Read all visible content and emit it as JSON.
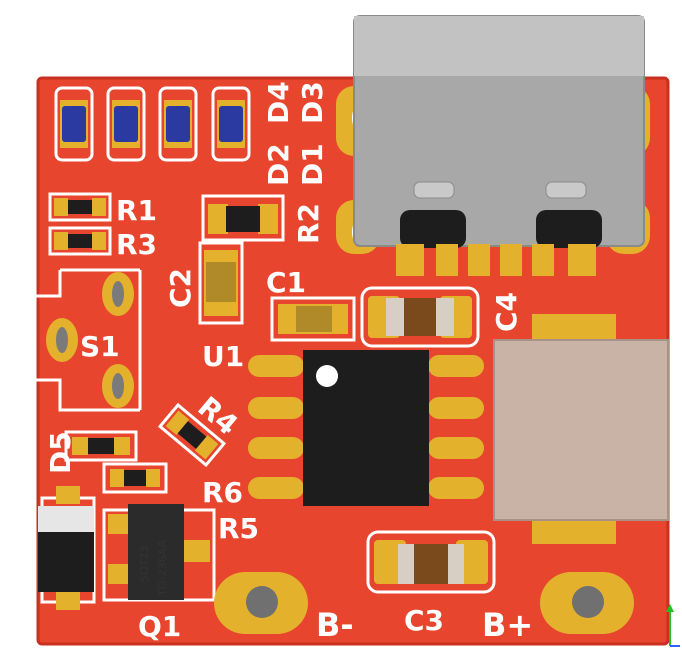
{
  "board": {
    "colors": {
      "substrate": "#e8452e",
      "substrate_edge": "#c9301f",
      "copper_pad": "#e3b12c",
      "silkscreen": "#ffffff",
      "ic_body": "#1d1d1d",
      "connector_metal": "#a8a8a8",
      "led_body": "#2a3aa0",
      "cap_body": "#7a4a1c"
    }
  },
  "labels": {
    "r1": "R1",
    "r3": "R3",
    "r2": "R2",
    "r4": "R4",
    "r5": "R5",
    "r6": "R6",
    "c1": "C1",
    "c2": "C2",
    "c3": "C3",
    "c4": "C4",
    "d1": "D1",
    "d2": "D2",
    "d3": "D3",
    "d4": "D4",
    "d5": "D5",
    "s1": "S1",
    "u1": "U1",
    "q1": "Q1",
    "b_minus": "B-",
    "b_plus": "B+"
  },
  "package_marks": {
    "q1_line1": "SOT23",
    "q1_line2": "TO-236AA"
  },
  "icons": {
    "axis": "axis-triad-icon"
  }
}
